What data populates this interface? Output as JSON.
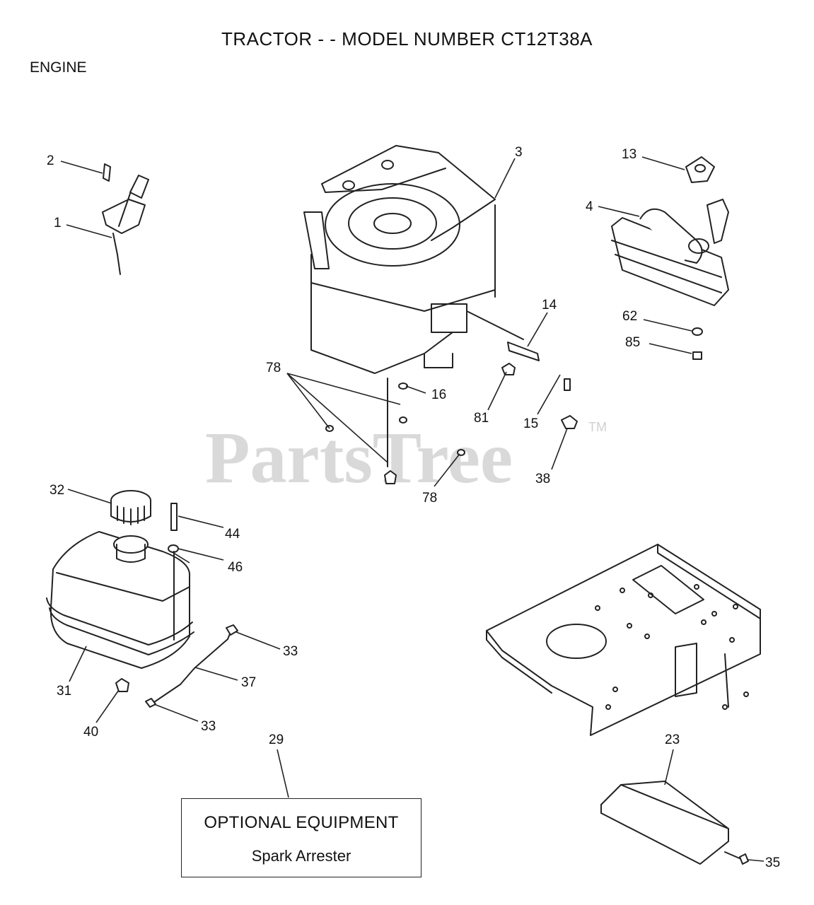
{
  "header": {
    "title": "TRACTOR - - MODEL NUMBER CT12T38A",
    "section": "ENGINE"
  },
  "watermark": {
    "text": "PartsTree",
    "mark": "TM"
  },
  "callouts": {
    "c1": "1",
    "c2": "2",
    "c3": "3",
    "c4": "4",
    "c13": "13",
    "c14": "14",
    "c15": "15",
    "c16": "16",
    "c23": "23",
    "c29": "29",
    "c31": "31",
    "c32": "32",
    "c33a": "33",
    "c33b": "33",
    "c35": "35",
    "c37": "37",
    "c38": "38",
    "c40": "40",
    "c44": "44",
    "c46": "46",
    "c62": "62",
    "c78a": "78",
    "c78b": "78",
    "c81": "81",
    "c85": "85"
  },
  "optional_box": {
    "title": "OPTIONAL EQUIPMENT",
    "item": "Spark Arrester"
  }
}
